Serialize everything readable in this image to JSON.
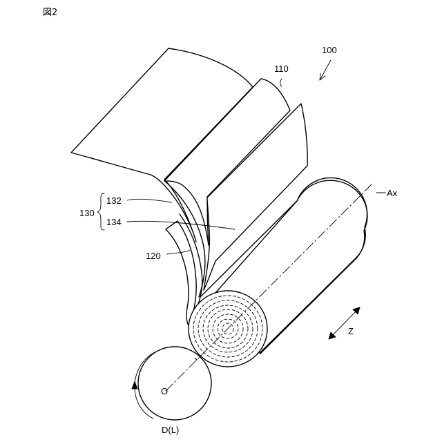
{
  "figure_title": "図2",
  "labels": {
    "device": "100",
    "top_sheet": "110",
    "bottom_sheet": "120",
    "layer_group": "130",
    "layer_a": "132",
    "layer_b": "134",
    "axis": "Ax",
    "direction_z": "Z",
    "center_o": "O",
    "rotation": "D(L)"
  }
}
